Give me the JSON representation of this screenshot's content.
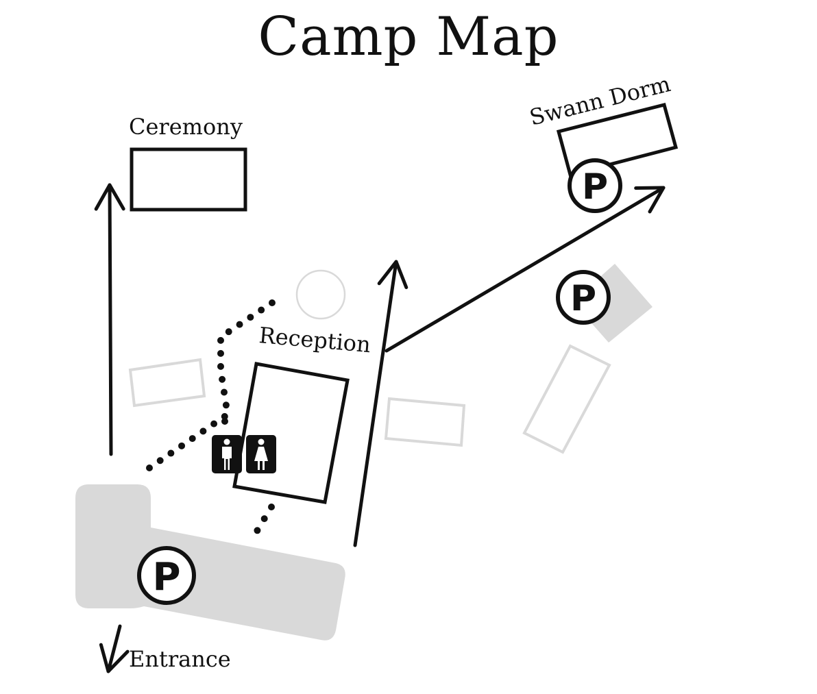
{
  "map": {
    "title": "Camp Map",
    "labels": {
      "ceremony": "Ceremony",
      "reception": "Reception",
      "swann_dorm": "Swann Dorm",
      "entrance": "Entrance"
    },
    "parking_symbol": "P",
    "colors": {
      "ink": "#111111",
      "inactive": "#d9d9d9",
      "background": "#ffffff"
    },
    "icons": [
      "restroom-men-icon",
      "restroom-women-icon",
      "parking-icon",
      "arrow-icon"
    ]
  }
}
